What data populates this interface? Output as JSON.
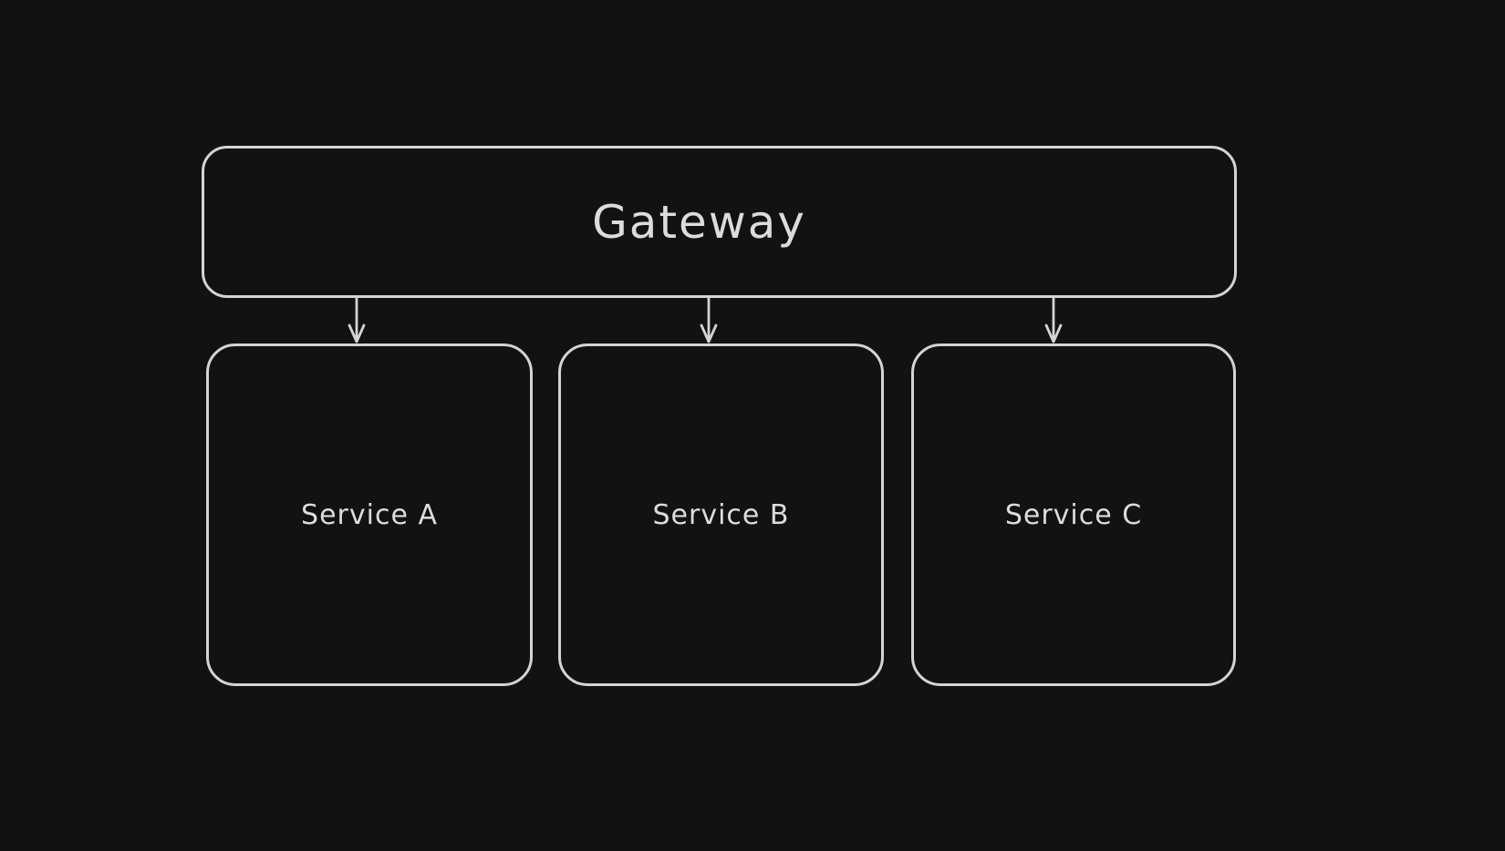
{
  "canvas": {
    "background_color": "#121212",
    "stroke_color": "#d4d4d4",
    "text_color": "#dcdcdc"
  },
  "diagram": {
    "type": "flowchart",
    "direction": "top-down",
    "nodes": [
      {
        "id": "gateway",
        "label": "Gateway"
      },
      {
        "id": "service-a",
        "label": "Service A"
      },
      {
        "id": "service-b",
        "label": "Service B"
      },
      {
        "id": "service-c",
        "label": "Service C"
      }
    ],
    "edges": [
      {
        "from": "gateway",
        "to": "service-a",
        "arrowhead": "arrow"
      },
      {
        "from": "gateway",
        "to": "service-b",
        "arrowhead": "arrow"
      },
      {
        "from": "gateway",
        "to": "service-c",
        "arrowhead": "arrow"
      }
    ]
  }
}
